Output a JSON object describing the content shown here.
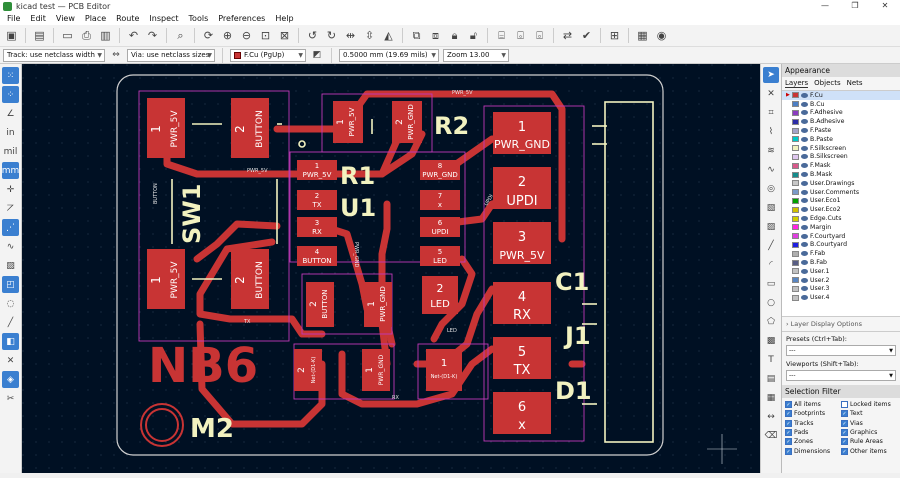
{
  "window": {
    "title": "kicad test — PCB Editor",
    "controls": [
      "—",
      "❐",
      "✕"
    ]
  },
  "menu": [
    "File",
    "Edit",
    "View",
    "Place",
    "Route",
    "Inspect",
    "Tools",
    "Preferences",
    "Help"
  ],
  "toolbar2": {
    "track": "Track: use netclass width",
    "via": "Via: use netclass sizes",
    "layer": "F.Cu (PgUp)",
    "grid": "0.5000 mm (19.69 mils)",
    "zoom": "Zoom 13.00"
  },
  "colors": {
    "copper": "#c83434",
    "silk": "#f2f2c0",
    "courtyard": "#d43cd4",
    "background": "#001023",
    "edge": "#d0d0d0"
  },
  "left_toolbar": {
    "unit_in": "in",
    "unit_mil": "mil",
    "unit_mm": "mm"
  },
  "pcb": {
    "board_label": "NB6",
    "refs": {
      "r2": "R2",
      "r1": "R1",
      "u1": "U1",
      "sw1": "SW1",
      "c1": "C1",
      "j1": "J1",
      "d1": "D1",
      "m2": "M2"
    },
    "sw_pads": [
      {
        "num": "1",
        "net": "PWR_5V"
      },
      {
        "num": "2",
        "net": "BUTTON"
      },
      {
        "num": "1",
        "net": "PWR_5V"
      },
      {
        "num": "2",
        "net": "BUTTON"
      }
    ],
    "r2_pads": [
      {
        "num": "1",
        "net": "PWR_5V"
      },
      {
        "num": "2",
        "net": "PWR_GND"
      }
    ],
    "u1_pads_left": [
      {
        "num": "1",
        "net": "PWR_5V"
      },
      {
        "num": "2",
        "net": "TX"
      },
      {
        "num": "3",
        "net": "RX"
      },
      {
        "num": "4",
        "net": "BUTTON"
      }
    ],
    "u1_pads_right": [
      {
        "num": "8",
        "net": "PWR_GND"
      },
      {
        "num": "7",
        "net": "x"
      },
      {
        "num": "6",
        "net": "UPDI"
      },
      {
        "num": "5",
        "net": "LED"
      }
    ],
    "c1_pads": [
      {
        "num": "2",
        "net": "BUTTON"
      },
      {
        "num": "1",
        "net": "PWR_GND"
      }
    ],
    "d1_led": {
      "num": "2",
      "net": "LED"
    },
    "d1_pads": [
      {
        "num": "2",
        "net": "Net-(D1-K)"
      },
      {
        "num": "1",
        "net": "PWR_GND"
      },
      {
        "num": "1",
        "net": "Net-(D1-K)"
      }
    ],
    "connector_pads": [
      {
        "num": "1",
        "net": "PWR_GND"
      },
      {
        "num": "2",
        "net": "UPDI"
      },
      {
        "num": "3",
        "net": "PWR_5V"
      },
      {
        "num": "4",
        "net": "RX"
      },
      {
        "num": "5",
        "net": "TX"
      },
      {
        "num": "6",
        "net": "x"
      }
    ],
    "track_labels": {
      "pwr_5v_top": "PWR_5V",
      "pwr_5v_mid": "PWR_5V",
      "pwr_gnd_mid": "PWR_GND",
      "tx": "TX",
      "rx": "RX",
      "updi": "UPDI",
      "button": "BUTTON",
      "led": "LED"
    }
  },
  "appearance": {
    "title": "Appearance",
    "tabs": [
      "Layers",
      "Objects",
      "Nets"
    ],
    "layers": [
      {
        "name": "F.Cu",
        "color": "#c83434"
      },
      {
        "name": "B.Cu",
        "color": "#4d7fc4"
      },
      {
        "name": "F.Adhesive",
        "color": "#8a3cbf"
      },
      {
        "name": "B.Adhesive",
        "color": "#2d2da8"
      },
      {
        "name": "F.Paste",
        "color": "#a3a3c8"
      },
      {
        "name": "B.Paste",
        "color": "#00c8c8"
      },
      {
        "name": "F.Silkscreen",
        "color": "#f2f2c0"
      },
      {
        "name": "B.Silkscreen",
        "color": "#e0c8f0"
      },
      {
        "name": "F.Mask",
        "color": "#d85a8c"
      },
      {
        "name": "B.Mask",
        "color": "#168c8c"
      },
      {
        "name": "User.Drawings",
        "color": "#c8c8c8"
      },
      {
        "name": "User.Comments",
        "color": "#7a9ac8"
      },
      {
        "name": "User.Eco1",
        "color": "#00a000"
      },
      {
        "name": "User.Eco2",
        "color": "#d0c000"
      },
      {
        "name": "Edge.Cuts",
        "color": "#d0d000"
      },
      {
        "name": "Margin",
        "color": "#ff26e2"
      },
      {
        "name": "F.Courtyard",
        "color": "#e040e0"
      },
      {
        "name": "B.Courtyard",
        "color": "#1e1ee0"
      },
      {
        "name": "F.Fab",
        "color": "#afafaf"
      },
      {
        "name": "B.Fab",
        "color": "#585d84"
      },
      {
        "name": "User.1",
        "color": "#c2c2c2"
      },
      {
        "name": "User.2",
        "color": "#5986c2"
      },
      {
        "name": "User.3",
        "color": "#c2c2c2"
      },
      {
        "name": "User.4",
        "color": "#c2c2c2"
      }
    ],
    "layer_display_options": "Layer Display Options",
    "presets_label": "Presets (Ctrl+Tab):",
    "presets_value": "---",
    "viewports_label": "Viewports (Shift+Tab):",
    "viewports_value": "---"
  },
  "selection_filter": {
    "title": "Selection Filter",
    "items": [
      {
        "label": "All items",
        "checked": true
      },
      {
        "label": "Locked items",
        "checked": false
      },
      {
        "label": "Footprints",
        "checked": true
      },
      {
        "label": "Text",
        "checked": true
      },
      {
        "label": "Tracks",
        "checked": true
      },
      {
        "label": "Vias",
        "checked": true
      },
      {
        "label": "Pads",
        "checked": true
      },
      {
        "label": "Graphics",
        "checked": true
      },
      {
        "label": "Zones",
        "checked": true
      },
      {
        "label": "Rule Areas",
        "checked": true
      },
      {
        "label": "Dimensions",
        "checked": true
      },
      {
        "label": "Other items",
        "checked": true
      }
    ]
  }
}
